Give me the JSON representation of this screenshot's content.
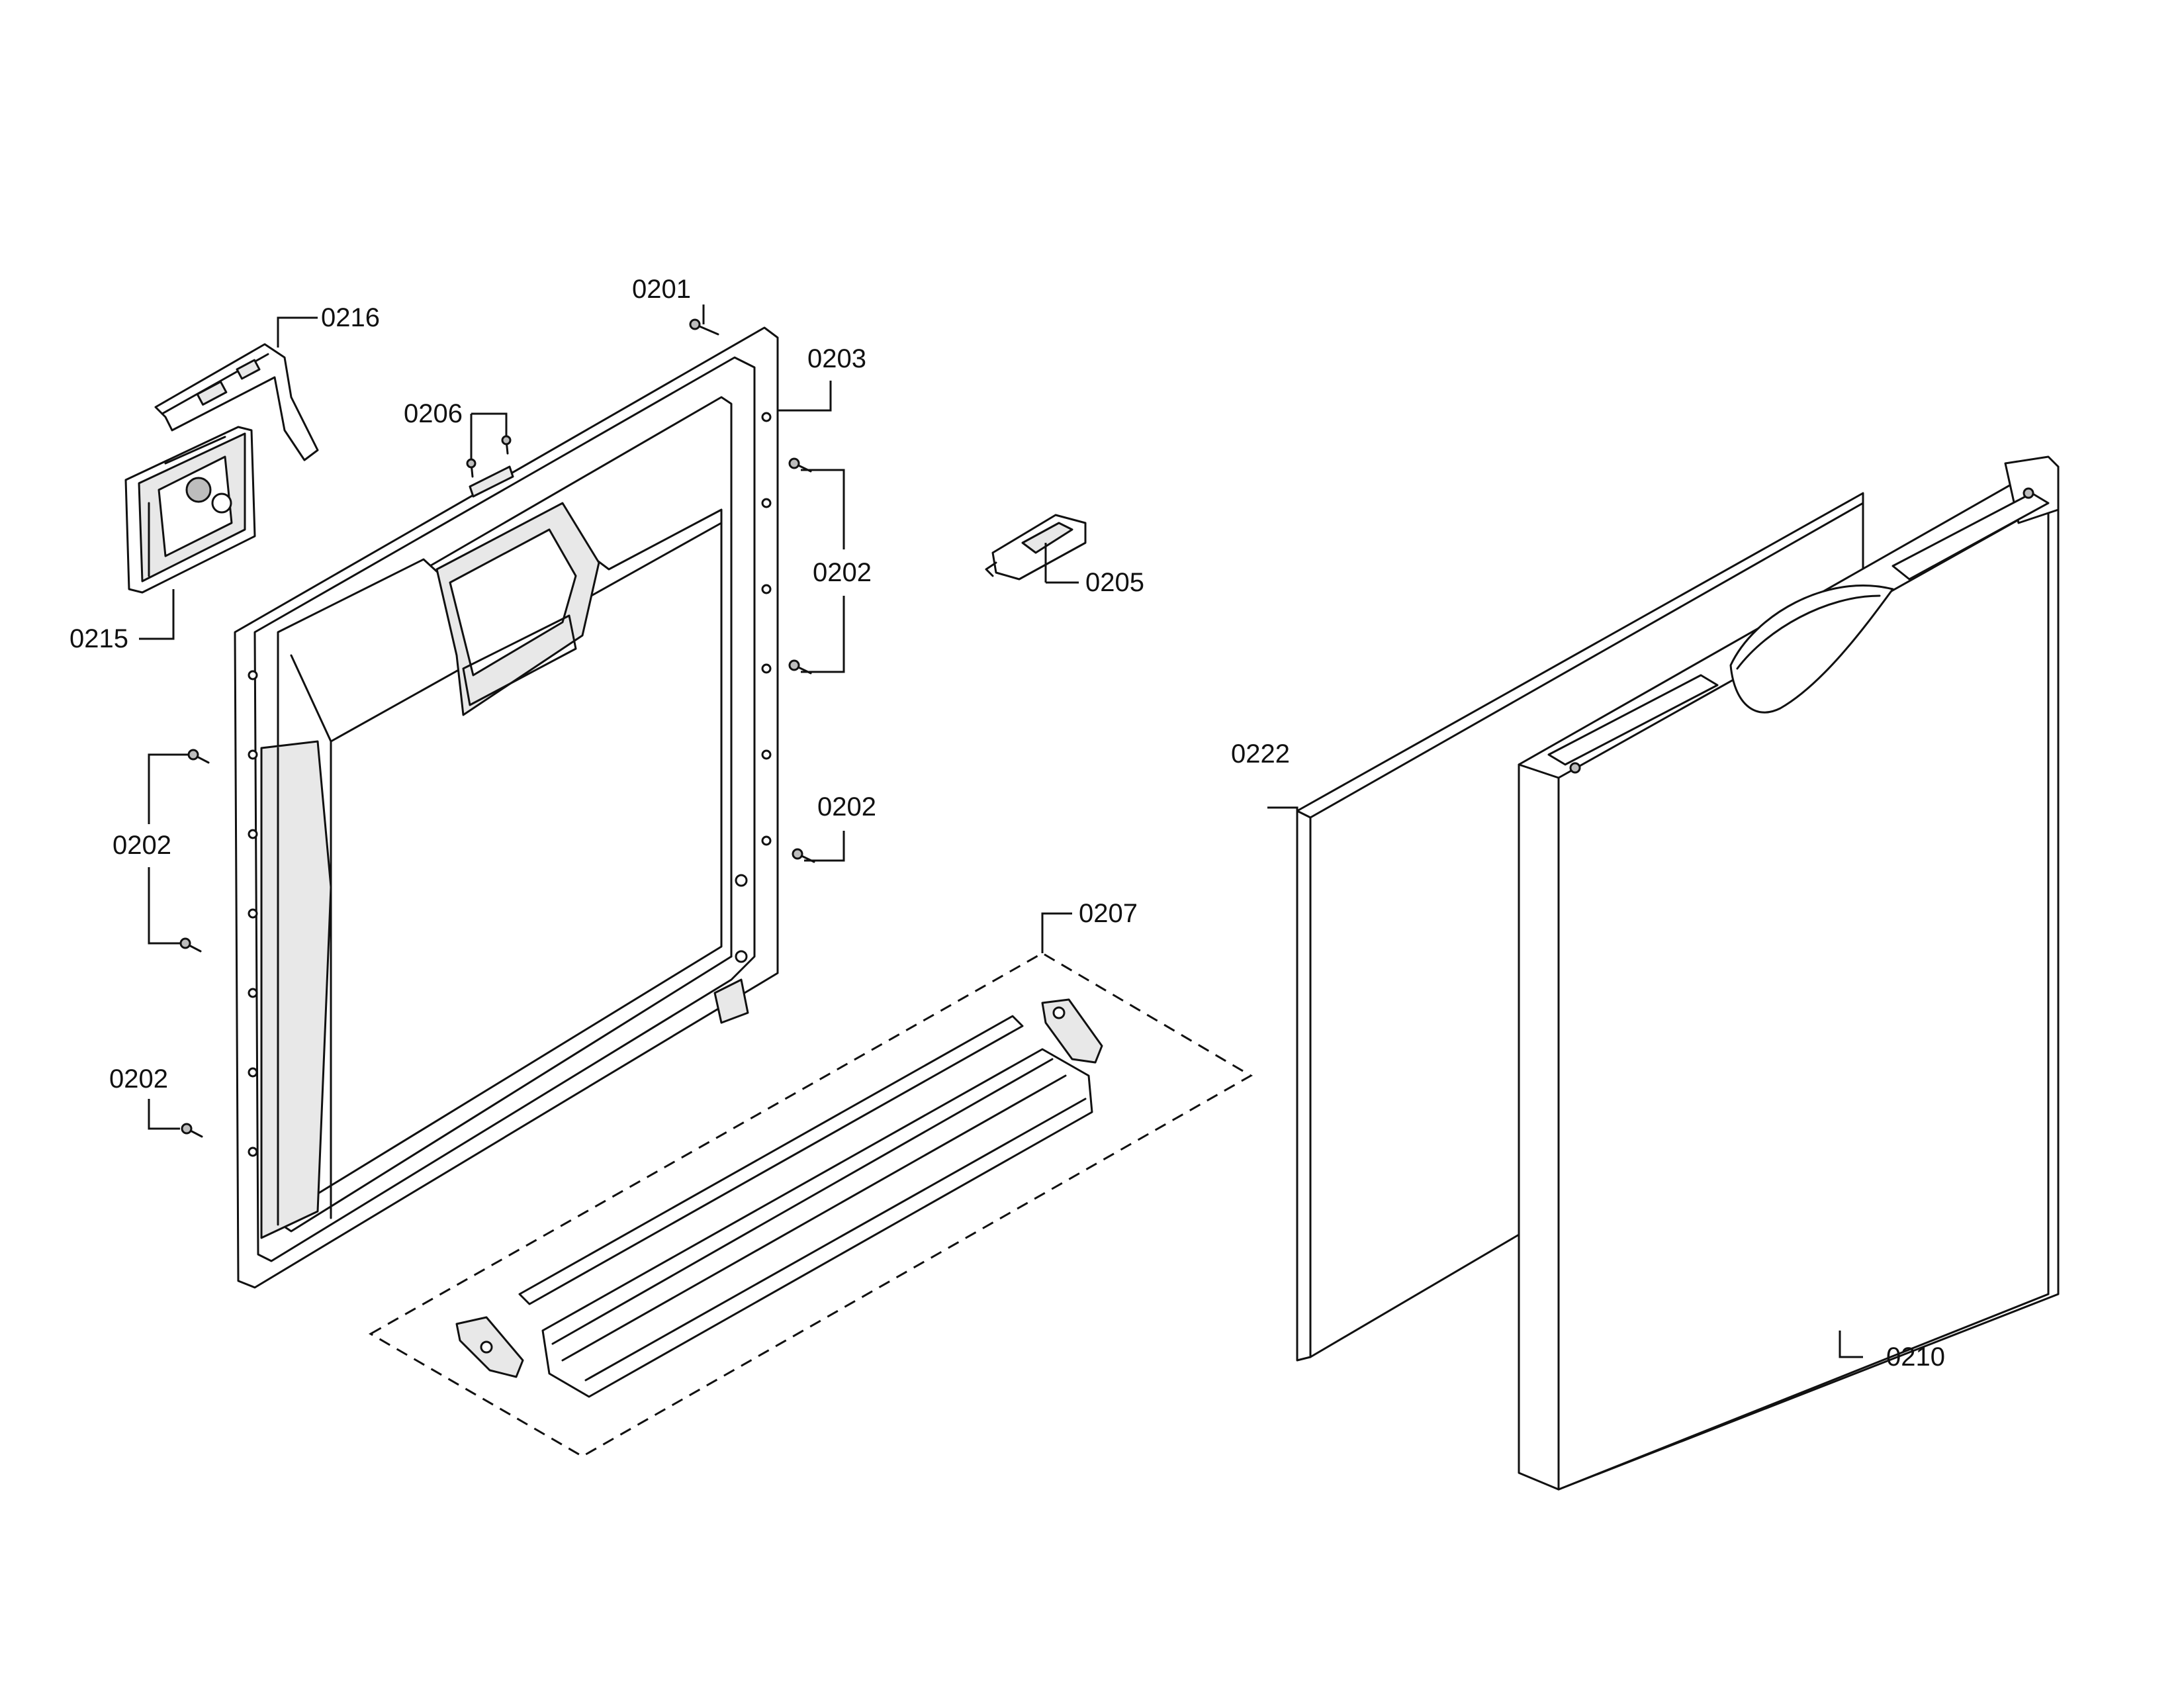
{
  "callouts": {
    "c0201": "0201",
    "c0216": "0216",
    "c0203": "0203",
    "c0206": "0206",
    "c0215": "0215",
    "c0202_right_top": "0202",
    "c0205": "0205",
    "c0202_right_mid": "0202",
    "c0202_left_mid": "0202",
    "c0202_left_bottom": "0202",
    "c0207": "0207",
    "c0222": "0222",
    "c0210": "0210"
  }
}
